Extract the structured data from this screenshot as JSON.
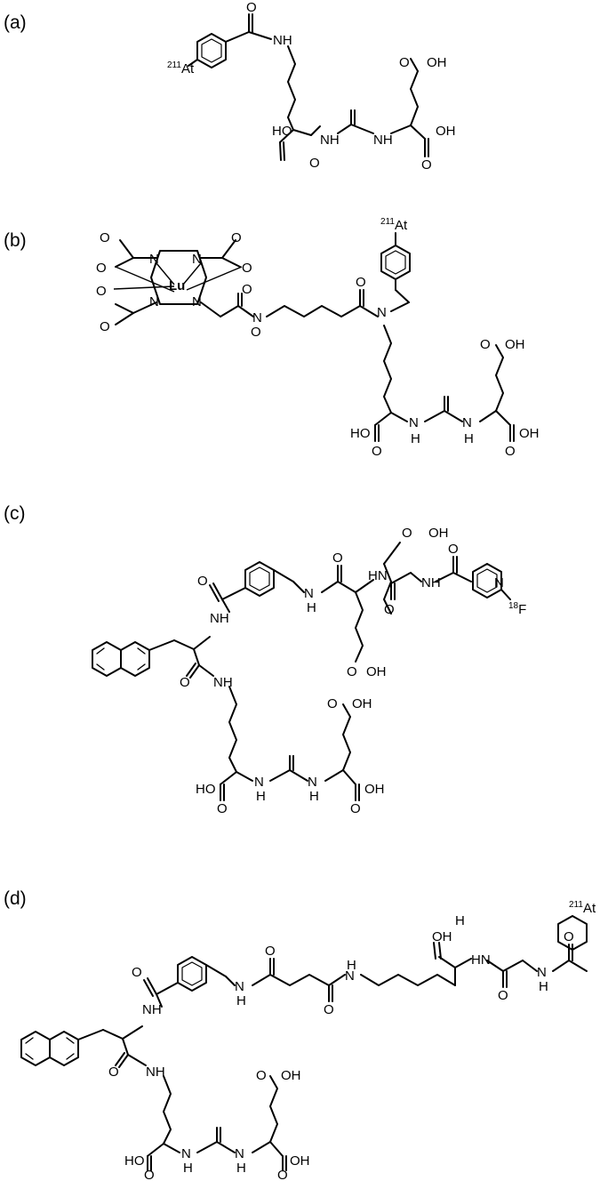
{
  "panels": [
    {
      "label": "(a)",
      "text": [
        "211",
        "At",
        "O",
        "NH",
        "O",
        "OH",
        "HO",
        "O",
        "NH",
        "NH",
        "O",
        "OH"
      ]
    },
    {
      "label": "(b)",
      "text": [
        "O",
        "O",
        "O",
        "O",
        "O",
        "O",
        "O",
        "O",
        "N",
        "N",
        "N",
        "N",
        "Lu",
        "O",
        "H",
        "N",
        "O",
        "N",
        "211",
        "At",
        "O",
        "OH",
        "HO",
        "O",
        "N",
        "H",
        "N",
        "H",
        "O",
        "OH"
      ]
    },
    {
      "label": "(c)",
      "text": [
        "O",
        "OH",
        "O",
        "HN",
        "O",
        "N",
        "H",
        "O",
        "NH",
        "O",
        "OH",
        "N",
        "O",
        "18",
        "F",
        "O",
        "NH",
        "O",
        "NH",
        "O",
        "OH",
        "HO",
        "O",
        "N",
        "H",
        "N",
        "H",
        "O",
        "OH"
      ]
    },
    {
      "label": "(d)",
      "text": [
        "OH",
        "O",
        "HN",
        "O",
        "N",
        "H",
        "O",
        "O",
        "N",
        "H",
        "O",
        "211",
        "At",
        "O",
        "N",
        "H",
        "O",
        "H",
        "N",
        "O",
        "NH",
        "O",
        "NH",
        "O",
        "OH",
        "HO",
        "O",
        "N",
        "H",
        "N",
        "H",
        "O",
        "OH"
      ]
    }
  ]
}
